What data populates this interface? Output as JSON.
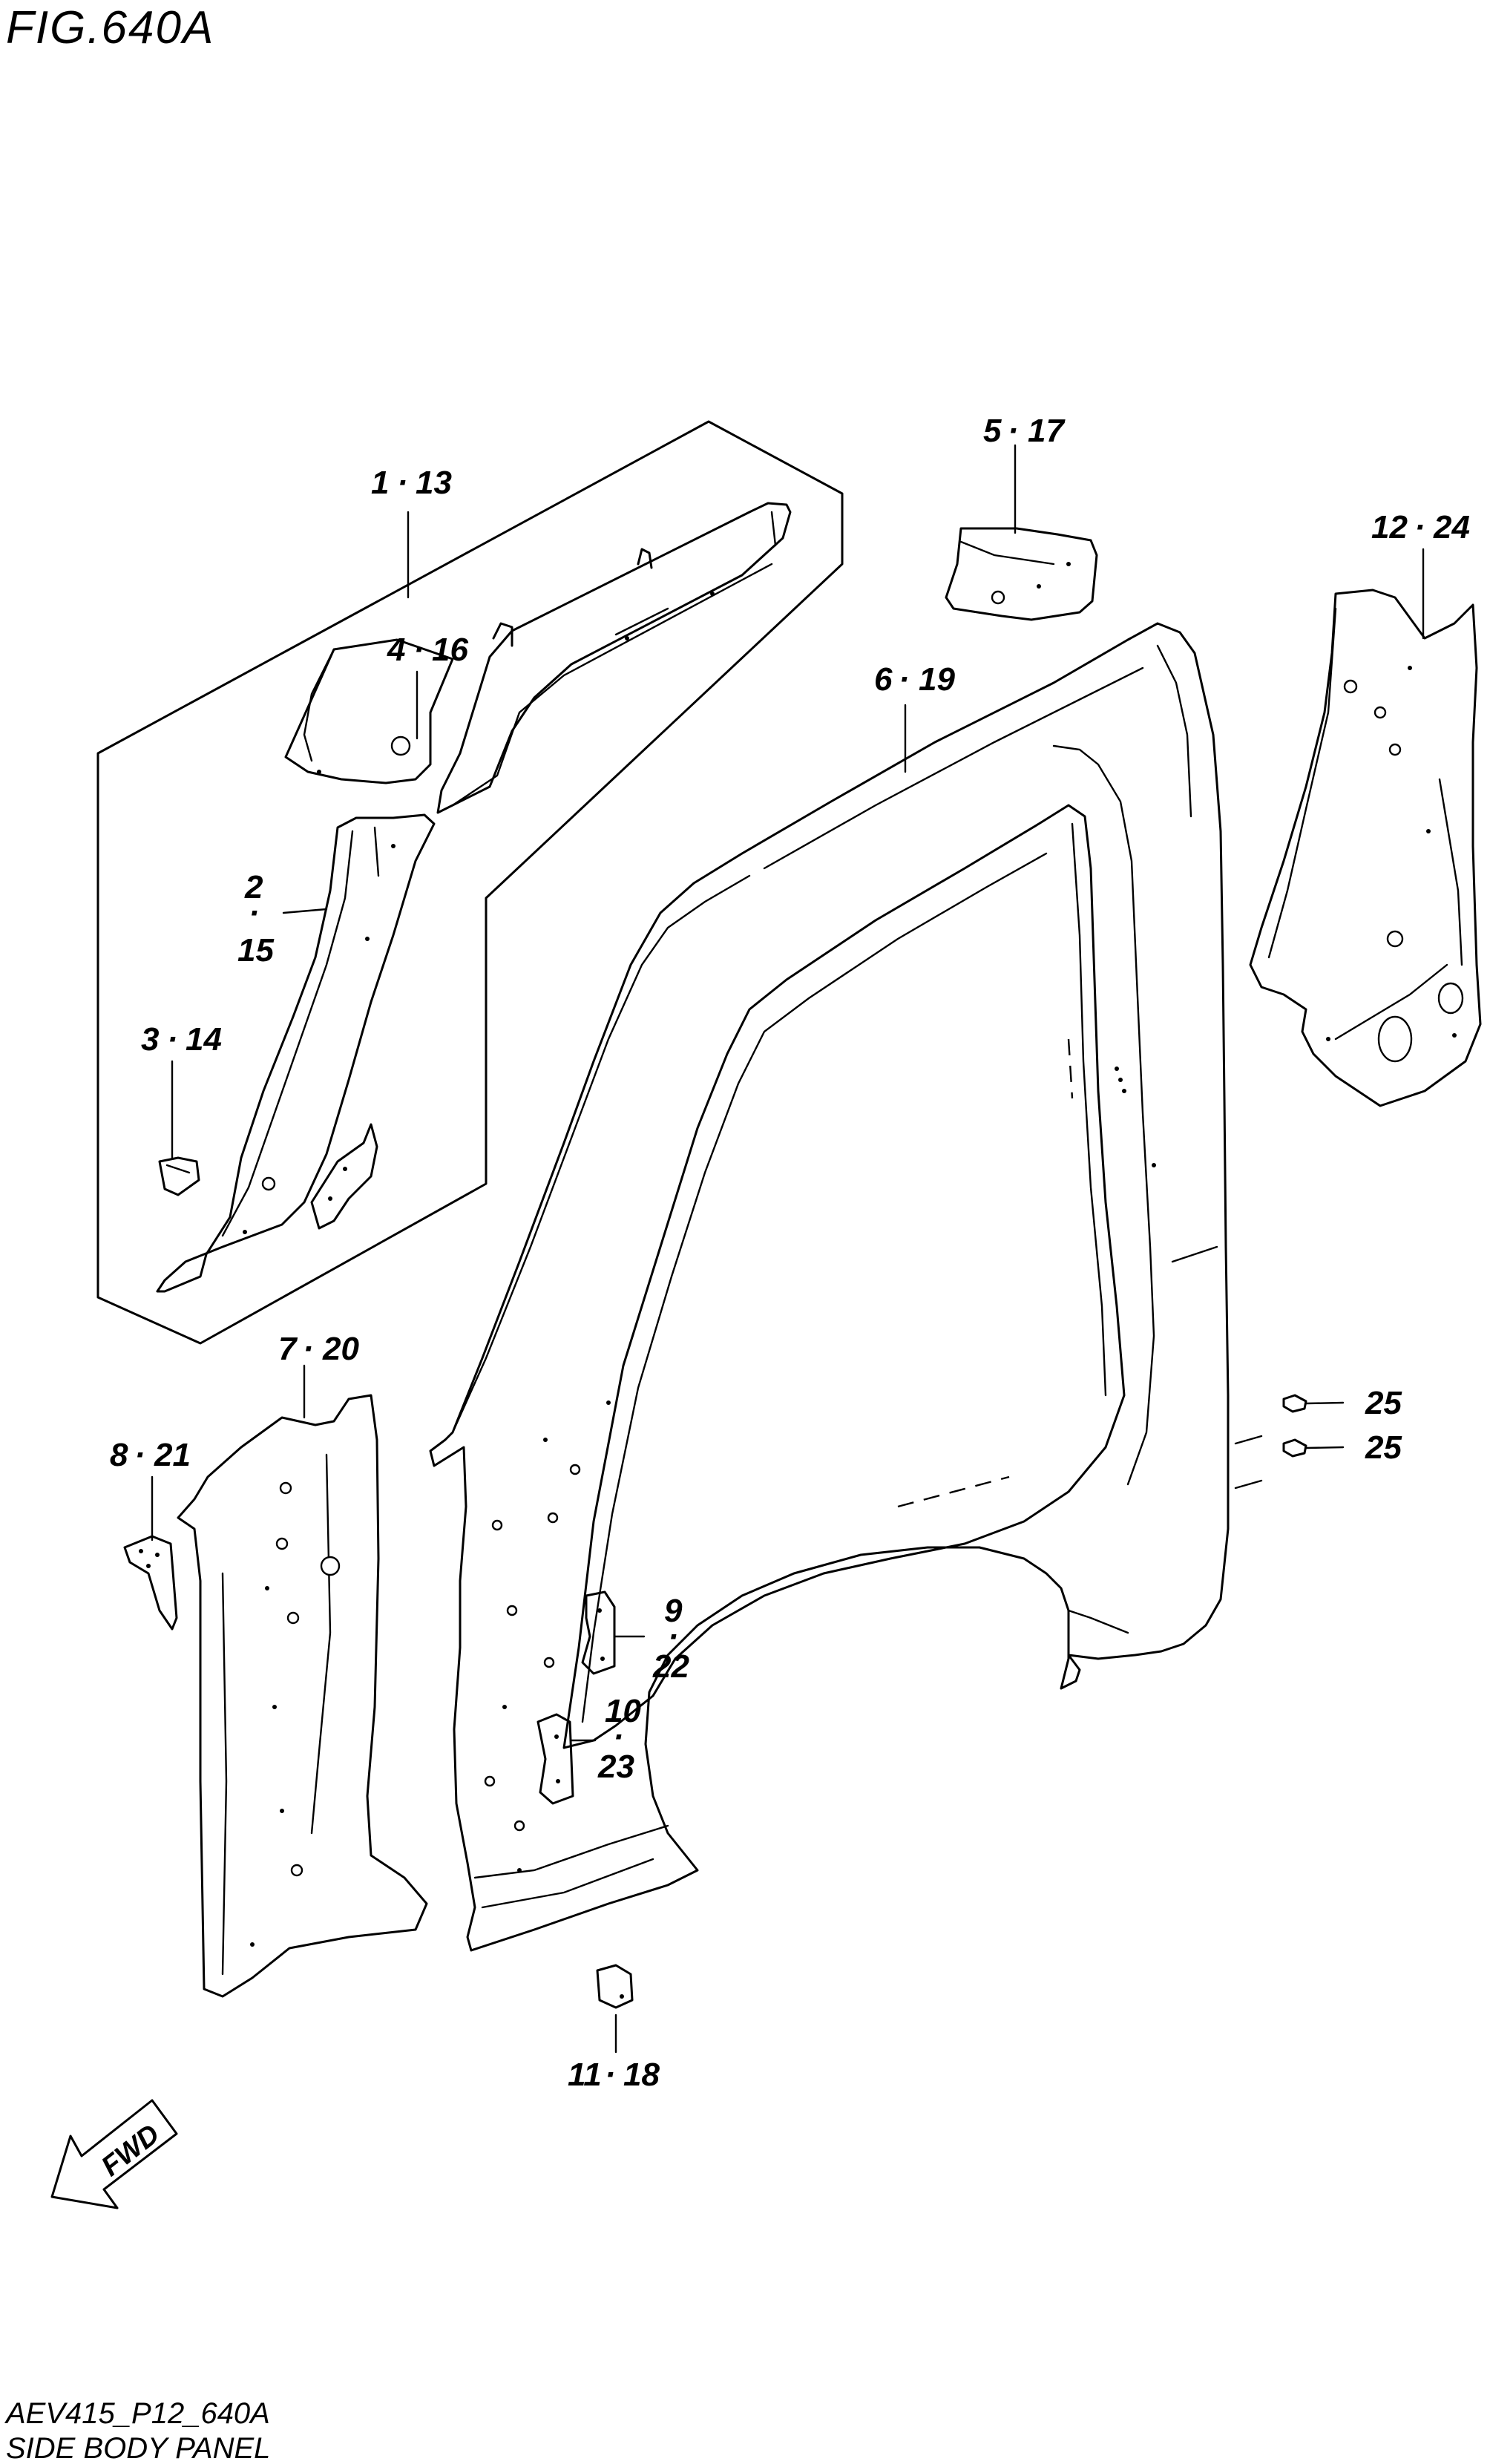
{
  "header": {
    "figure_title": "FIG.640A"
  },
  "footer": {
    "code": "AEV415_P12_640A",
    "section_title": "SIDE BODY PANEL"
  },
  "direction_arrow": {
    "label": "FWD",
    "icon": "fwd-arrow-icon"
  },
  "callouts": {
    "c1": {
      "top": "1",
      "bottom": "13"
    },
    "c4": {
      "top": "4",
      "bottom": "16"
    },
    "c2": {
      "top": "2",
      "bottom": "15"
    },
    "c3": {
      "top": "3",
      "bottom": "14"
    },
    "c5": {
      "top": "5",
      "bottom": "17"
    },
    "c6": {
      "top": "6",
      "bottom": "19"
    },
    "c12": {
      "top": "12",
      "bottom": "24"
    },
    "c7": {
      "top": "7",
      "bottom": "20"
    },
    "c8": {
      "top": "8",
      "bottom": "21"
    },
    "c9": {
      "top": "9",
      "bottom": "22"
    },
    "c10": {
      "top": "10",
      "bottom": "23"
    },
    "c11": {
      "top": "11",
      "bottom": "18"
    },
    "c25a": {
      "label": "25"
    },
    "c25b": {
      "label": "25"
    }
  },
  "separator": "·"
}
